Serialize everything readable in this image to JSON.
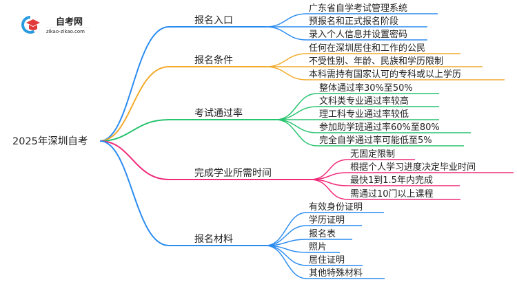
{
  "logo": {
    "name": "自考网",
    "domain": "zikao-zikao.com"
  },
  "root": "2025年深圳自考",
  "branches": [
    {
      "label": "报名入口",
      "color": "#2b8cf0",
      "children": [
        "广东省自学考试管理系统",
        "预报名和正式报名阶段",
        "录入个人信息并设置密码"
      ]
    },
    {
      "label": "报名条件",
      "color": "#f2aa2a",
      "children": [
        "任何在深圳居住和工作的公民",
        "不受性别、年龄、民族和学历限制",
        "本科需持有国家认可的专科或以上学历"
      ]
    },
    {
      "label": "考试通过率",
      "color": "#27c46e",
      "children": [
        "整体通过率30%至50%",
        "文科类专业通过率较高",
        "理工科专业通过率较低",
        "参加助学班通过率60%至80%",
        "完全自学通过率可能低至5%"
      ]
    },
    {
      "label": "完成学业所需时间",
      "color": "#ef2a78",
      "children": [
        "无固定限制",
        "根据个人学习进度决定毕业时间",
        "最快1到1.5年内完成",
        "需通过10门以上课程"
      ]
    },
    {
      "label": "报名材料",
      "color": "#2b8cf0",
      "children": [
        "有效身份证明",
        "学历证明",
        "报名表",
        "照片",
        "居住证明",
        "其他特殊材料"
      ]
    }
  ]
}
